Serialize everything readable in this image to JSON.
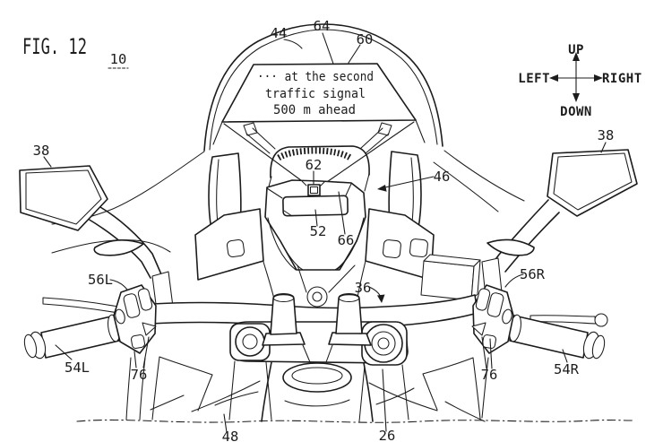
{
  "figure": {
    "label": "FIG. 12",
    "reference_number": "10"
  },
  "hud_display": {
    "line1": "··· at the second",
    "line2": "traffic signal",
    "line3": "500 m ahead"
  },
  "compass": {
    "up": "UP",
    "down": "DOWN",
    "left": "LEFT",
    "right": "RIGHT"
  },
  "ref_labels": {
    "windscreen": "44",
    "display_area": "64",
    "screen": "60",
    "mirror_left": "38",
    "mirror_right": "38",
    "sensor": "62",
    "side_panel": "46",
    "meter_display": "52",
    "meter_panel": "66",
    "handlebar": "36",
    "switch_cluster_left": "56L",
    "switch_cluster_right": "56R",
    "grip_left": "54L",
    "grip_right": "54R",
    "switches_left": "76",
    "switches_right": "76",
    "front_cowl": "48",
    "body_lower": "26"
  },
  "colors": {
    "ink": "#1c1c1c",
    "paper": "#ffffff"
  }
}
